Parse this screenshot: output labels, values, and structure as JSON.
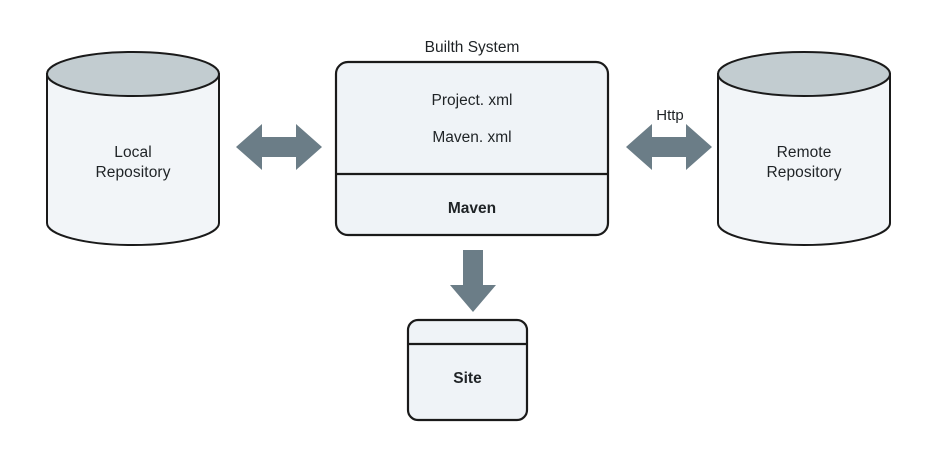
{
  "diagram": {
    "title": "Builth System",
    "background_color": "#ffffff",
    "palette": {
      "shape_fill": "#eff3f7",
      "cylinder_body_fill": "#f2f5f8",
      "cylinder_top_fill": "#c2ccd0",
      "stroke": "#1a1a1a",
      "arrow_fill": "#6b7d87",
      "text_color": "#1f2326"
    },
    "nodes": [
      {
        "id": "local-repository",
        "shape": "cylinder",
        "label": "Local\nRepository"
      },
      {
        "id": "build-system",
        "shape": "rounded-rectangle",
        "title": "Builth System",
        "rows": [
          {
            "id": "project-xml",
            "label": "Project. xml",
            "bold": false
          },
          {
            "id": "maven-xml",
            "label": "Maven. xml",
            "bold": false
          }
        ],
        "footer": {
          "id": "maven",
          "label": "Maven",
          "bold": true
        }
      },
      {
        "id": "remote-repository",
        "shape": "cylinder",
        "label": "Remote\nRepository"
      },
      {
        "id": "site",
        "shape": "rounded-rectangle-header",
        "label": "Site",
        "bold": true
      }
    ],
    "connectors": [
      {
        "id": "local-to-build",
        "from": "local-repository",
        "to": "build-system",
        "style": "double-headed-arrow",
        "orientation": "horizontal",
        "label": ""
      },
      {
        "id": "build-to-remote",
        "from": "build-system",
        "to": "remote-repository",
        "style": "double-headed-arrow",
        "orientation": "horizontal",
        "label": "Http"
      },
      {
        "id": "build-to-site",
        "from": "build-system",
        "to": "site",
        "style": "single-arrow",
        "orientation": "vertical-down",
        "label": ""
      }
    ]
  }
}
